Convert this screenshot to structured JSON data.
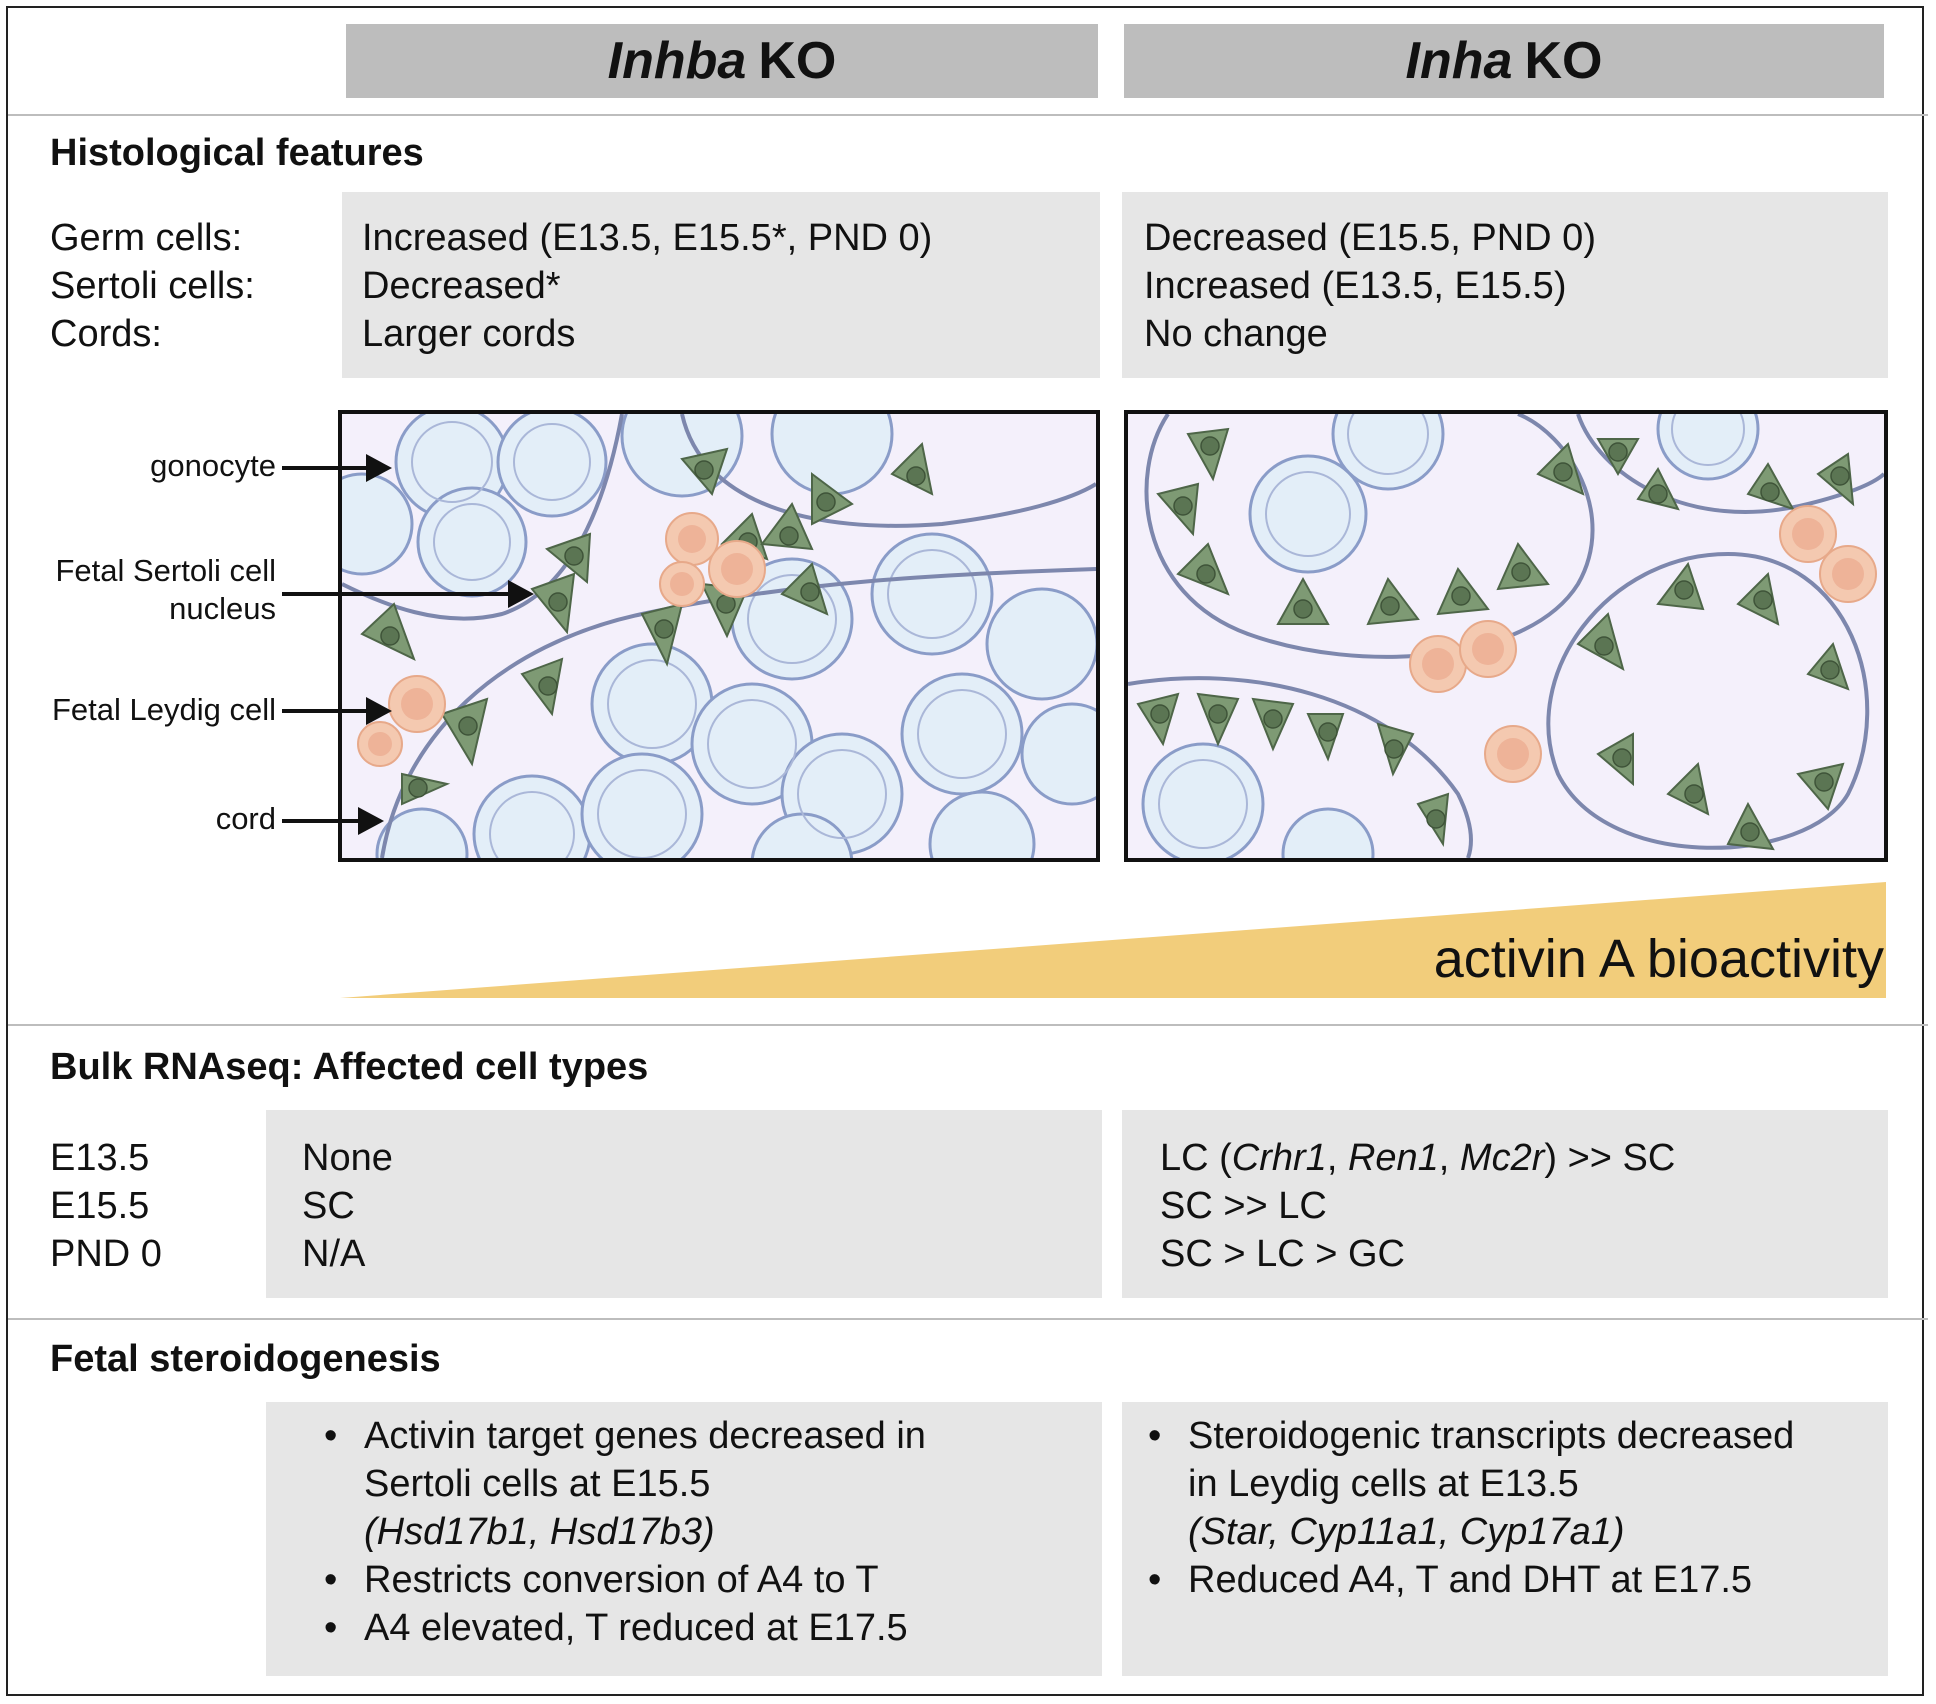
{
  "headers": {
    "left": {
      "gene": "Inhba",
      "suffix": "KO"
    },
    "right": {
      "gene": "Inha",
      "suffix": "KO"
    }
  },
  "histology": {
    "title": "Histological features",
    "row_labels": [
      "Germ cells:",
      "Sertoli cells:",
      "Cords:"
    ],
    "left_values": [
      "Increased (E13.5, E15.5*, PND 0)",
      "Decreased*",
      "Larger cords"
    ],
    "right_values": [
      "Decreased (E15.5, PND 0)",
      "Increased (E13.5, E15.5)",
      "No change"
    ],
    "labels": {
      "gonocyte": "gonocyte",
      "sertoli_line1": "Fetal Sertoli cell",
      "sertoli_line2": "nucleus",
      "leydig": "Fetal Leydig cell",
      "cord": "cord"
    }
  },
  "gradient": {
    "label": "activin A bioactivity",
    "color": "#f2cd7b"
  },
  "rnaseq": {
    "title": "Bulk RNAseq: Affected cell types",
    "row_labels": [
      "E13.5",
      "E15.5",
      "PND 0"
    ],
    "left_values": [
      "None",
      "SC",
      "N/A"
    ],
    "right_row1": {
      "a": "LC (",
      "g1": "Crhr1",
      "s1": ", ",
      "g2": "Ren1",
      "s2": ", ",
      "g3": "Mc2r",
      "b": ") >> SC"
    },
    "right_values": [
      "SC >> LC",
      "SC > LC > GC"
    ]
  },
  "steroid": {
    "title": "Fetal steroidogenesis",
    "left": {
      "b1_line1": "Activin target genes decreased in",
      "b1_line2": "Sertoli cells at E15.5",
      "b1_line3": "(Hsd17b1, Hsd17b3)",
      "b2": "Restricts conversion of A4 to T",
      "b3": "A4 elevated, T reduced at E17.5"
    },
    "right": {
      "b1_line1": "Steroidogenic transcripts decreased",
      "b1_line2": "in Leydig cells at E13.5",
      "b1_line3": "(Star, Cyp11a1, Cyp17a1)",
      "b2": "Reduced A4, T and DHT at E17.5"
    }
  },
  "colors": {
    "header_bg": "#bdbdbd",
    "box_bg": "#e6e6e6",
    "panel_bg": "#f4f0fb",
    "cord_line": "#7d87ad",
    "gonocyte_fill": "#e3eef8",
    "sertoli_fill": "#7e9a74",
    "leydig_fill": "#f4c9b0"
  }
}
